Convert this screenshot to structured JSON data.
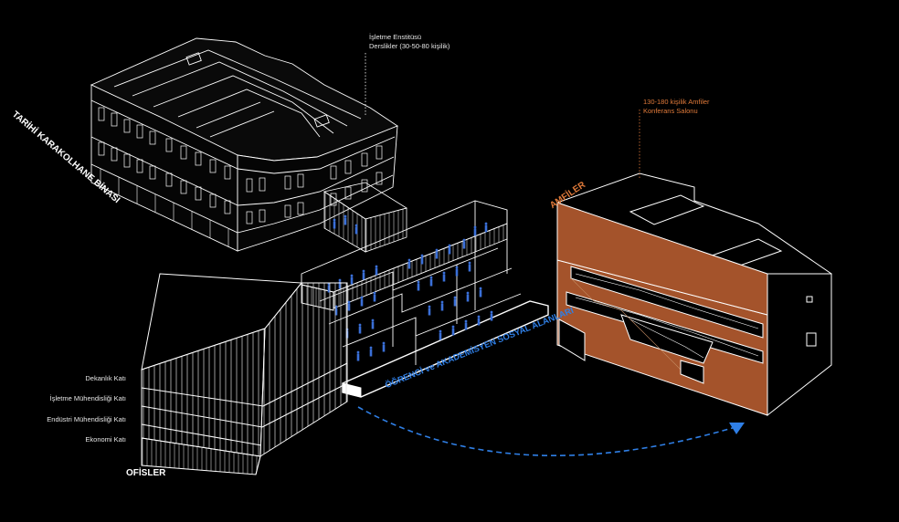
{
  "labels": {
    "historic_building": "TARİHİ KARAKOLHANE BİNASI",
    "historic_note_line1": "İşletme Enstitüsü",
    "historic_note_line2": "Derslikler (30-50-80 kişilik)",
    "amphi_title": "AMFİLER",
    "amphi_note_line1": "130-180 kişilik Amfiler",
    "amphi_note_line2": "Konferans Salonu",
    "social_areas": "ÖĞRENCİ ve AKADEMİSYEN SOSYAL ALANLARI",
    "offices_title": "OFİSLER"
  },
  "floors": [
    "Dekanlık Katı",
    "İşletme Mühendisliği Katı",
    "Endüstri Mühendisliği Katı",
    "Ekonomi Katı"
  ],
  "colors": {
    "background": "#000000",
    "line": "#ffffff",
    "amphi_fill": "#a4532b",
    "amphi_text": "#e07a3a",
    "social_blue": "#2f7fe6",
    "people": "#3a6fd8"
  }
}
